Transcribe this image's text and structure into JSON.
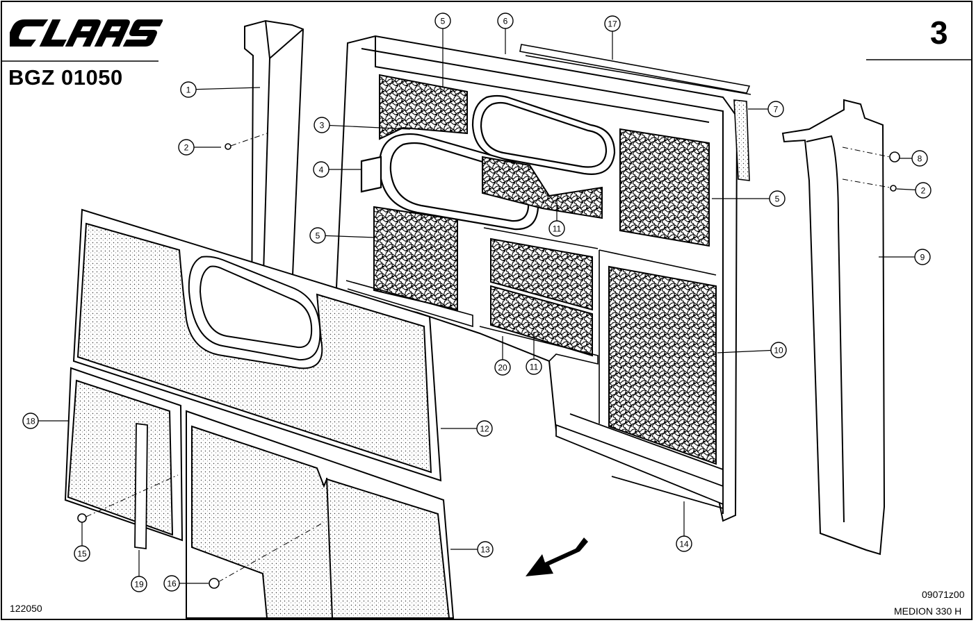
{
  "header": {
    "brand": "CLAAS",
    "code": "BGZ 01050",
    "page_number": "3"
  },
  "footer": {
    "sheet_id": "122050",
    "drawing_ref": "09071z00",
    "model": "MEDION 330 H"
  },
  "callouts": [
    {
      "n": "1"
    },
    {
      "n": "2"
    },
    {
      "n": "3"
    },
    {
      "n": "4"
    },
    {
      "n": "5"
    },
    {
      "n": "5"
    },
    {
      "n": "6"
    },
    {
      "n": "17"
    },
    {
      "n": "7"
    },
    {
      "n": "8"
    },
    {
      "n": "2"
    },
    {
      "n": "5"
    },
    {
      "n": "9"
    },
    {
      "n": "11"
    },
    {
      "n": "10"
    },
    {
      "n": "20"
    },
    {
      "n": "11"
    },
    {
      "n": "12"
    },
    {
      "n": "18"
    },
    {
      "n": "13"
    },
    {
      "n": "14"
    },
    {
      "n": "15"
    },
    {
      "n": "19"
    },
    {
      "n": "16"
    }
  ]
}
